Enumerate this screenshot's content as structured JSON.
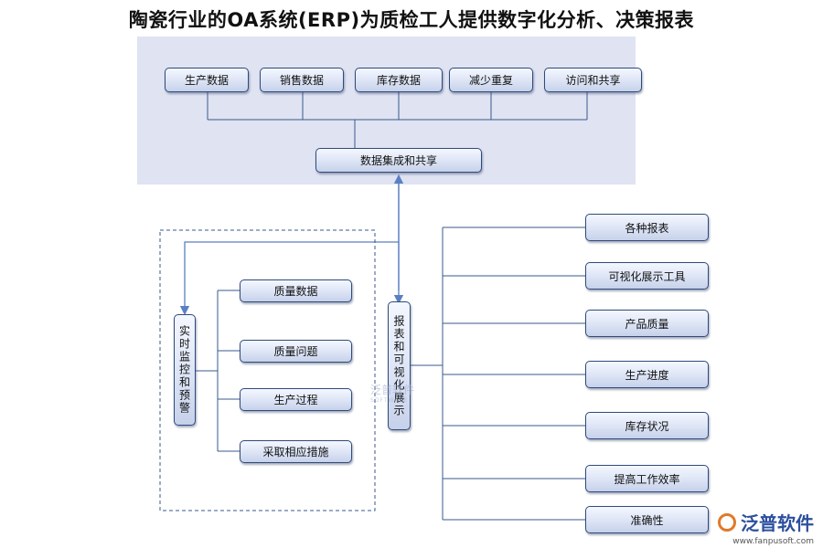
{
  "title": "陶瓷行业的OA系统(ERP)为质检工人提供数字化分析、决策报表",
  "top_sources": [
    "生产数据",
    "销售数据",
    "库存数据",
    "减少重复",
    "访问和共享"
  ],
  "integration": "数据集成和共享",
  "monitor": {
    "label": "实时监控和预警",
    "items": [
      "质量数据",
      "质量问题",
      "生产过程",
      "采取相应措施"
    ]
  },
  "report": {
    "label": "报表和可视化展示",
    "items": [
      "各种报表",
      "可视化展示工具",
      "产品质量",
      "生产进度",
      "库存状况",
      "提高工作效率",
      "准确性"
    ]
  },
  "watermark": {
    "center": "泛普软件",
    "center_sub": "SOFTWARE",
    "brand": "泛普软件",
    "url": "www.fanpusoft.com"
  },
  "colors": {
    "panel": "#dfe3f2",
    "box_border": "#2f4a7a",
    "line": "#3a5a8c",
    "arrow": "#5b7fc4"
  }
}
